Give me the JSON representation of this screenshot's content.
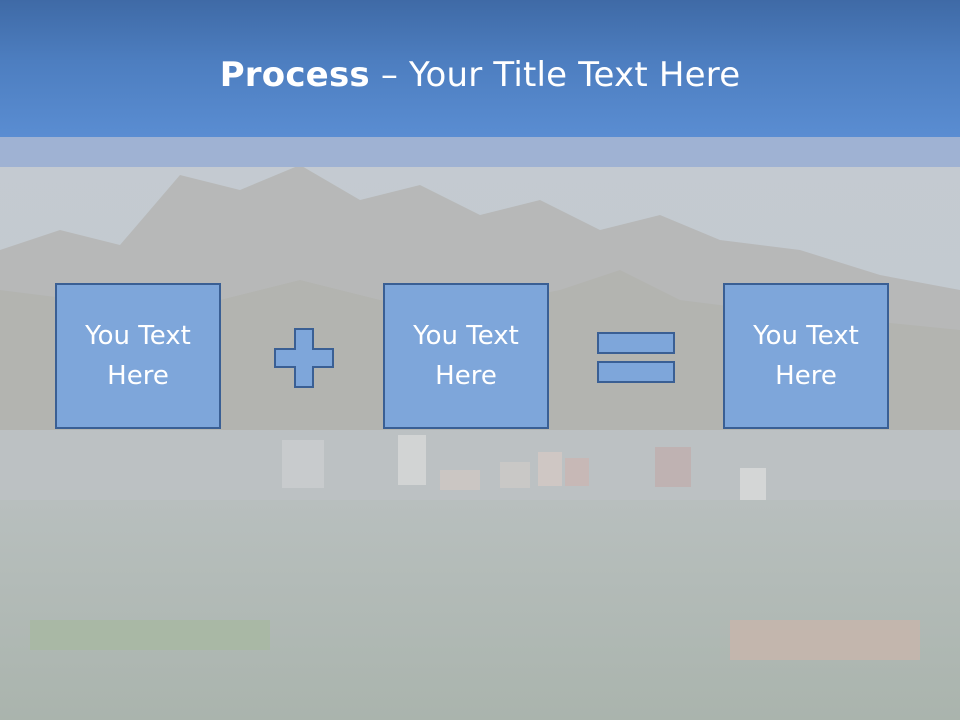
{
  "slide": {
    "title_bold": "Process",
    "title_rest": " – Your Title Text Here",
    "background": "city-skyline-photo",
    "header_color": "#4d7ec0",
    "box_fill": "#7ea6da",
    "box_border": "#3a5f94"
  },
  "process": {
    "boxes": [
      {
        "label": "You Text Here"
      },
      {
        "label": "You Text Here"
      },
      {
        "label": "You Text Here"
      }
    ],
    "operators": [
      {
        "icon": "plus-icon"
      },
      {
        "icon": "equals-icon"
      }
    ]
  }
}
